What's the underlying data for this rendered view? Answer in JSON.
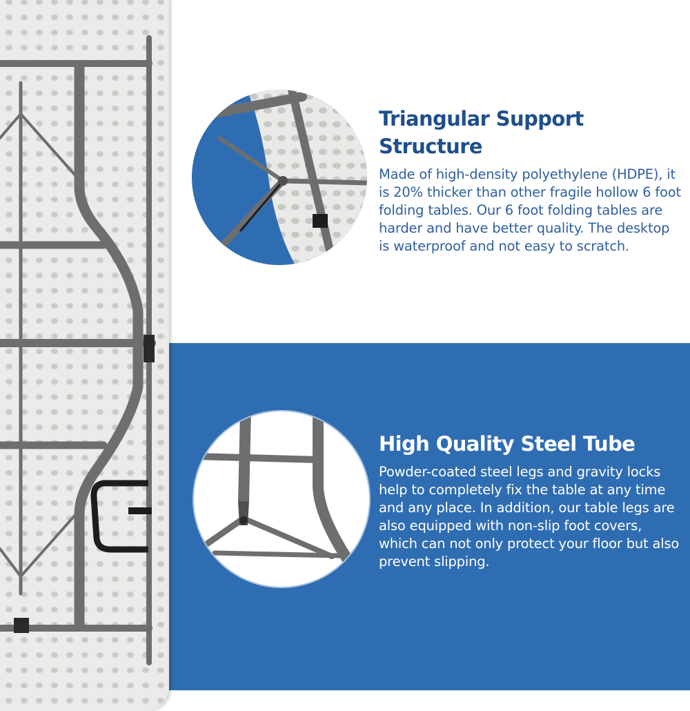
{
  "features": [
    {
      "title": "Triangular Support Structure",
      "body": "Made of high-density polyethylene (HDPE), it is 20% thicker than other fragile hollow 6 foot folding tables. Our 6 foot folding tables are harder and have better quality. The desktop is waterproof and not easy to scratch."
    },
    {
      "title": "High Quality Steel Tube",
      "body": "Powder-coated steel legs and gravity locks help to completely fix the table at any time and any place. In addition, our table legs are also equipped with non-slip foot covers, which can not only protect your floor but also prevent slipping."
    }
  ],
  "colors": {
    "accent_blue": "#2f6db2",
    "title_blue": "#1f4f8c",
    "body_blue": "#2f5f9e",
    "table_white": "#ebebea",
    "steel_gray": "#6d6e70"
  }
}
